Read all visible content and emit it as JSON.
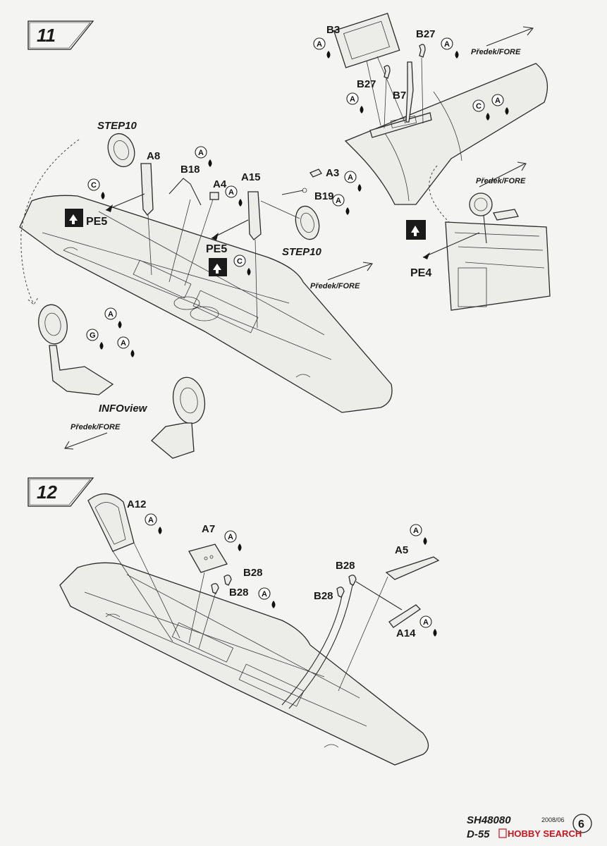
{
  "steps": {
    "step11": "11",
    "step12": "12"
  },
  "labels": {
    "b3": "B3",
    "b27_top": "B27",
    "b27_left": "B27",
    "b7": "B7",
    "predek_top": "Předek/FORE",
    "predek_right": "Předek/FORE",
    "predek_wing": "Předek/FORE",
    "predek_info": "Předek/FORE",
    "step10_left": "STEP10",
    "step10_right": "STEP10",
    "a8": "A8",
    "b18": "B18",
    "a4": "A4",
    "a15": "A15",
    "a3": "A3",
    "b19": "B19",
    "pe5_left": "PE5",
    "pe5_mid": "PE5",
    "pe4": "PE4",
    "infoview": "INFOview",
    "a12": "A12",
    "a7": "A7",
    "b28_a": "B28",
    "b28_b": "B28",
    "b28_c": "B28",
    "b28_d": "B28",
    "a5": "A5",
    "a14": "A14"
  },
  "paint_codes": {
    "A": "A",
    "C": "C",
    "G": "G"
  },
  "footer": {
    "kit_number": "SH48080",
    "kit_name": "D-55",
    "date": "2008/06",
    "page_number": "6",
    "watermark": "HOBBY SEARCH"
  },
  "colors": {
    "ink": "#1a1a1a",
    "paper": "#f4f4f2",
    "watermark": "#c8141e"
  }
}
